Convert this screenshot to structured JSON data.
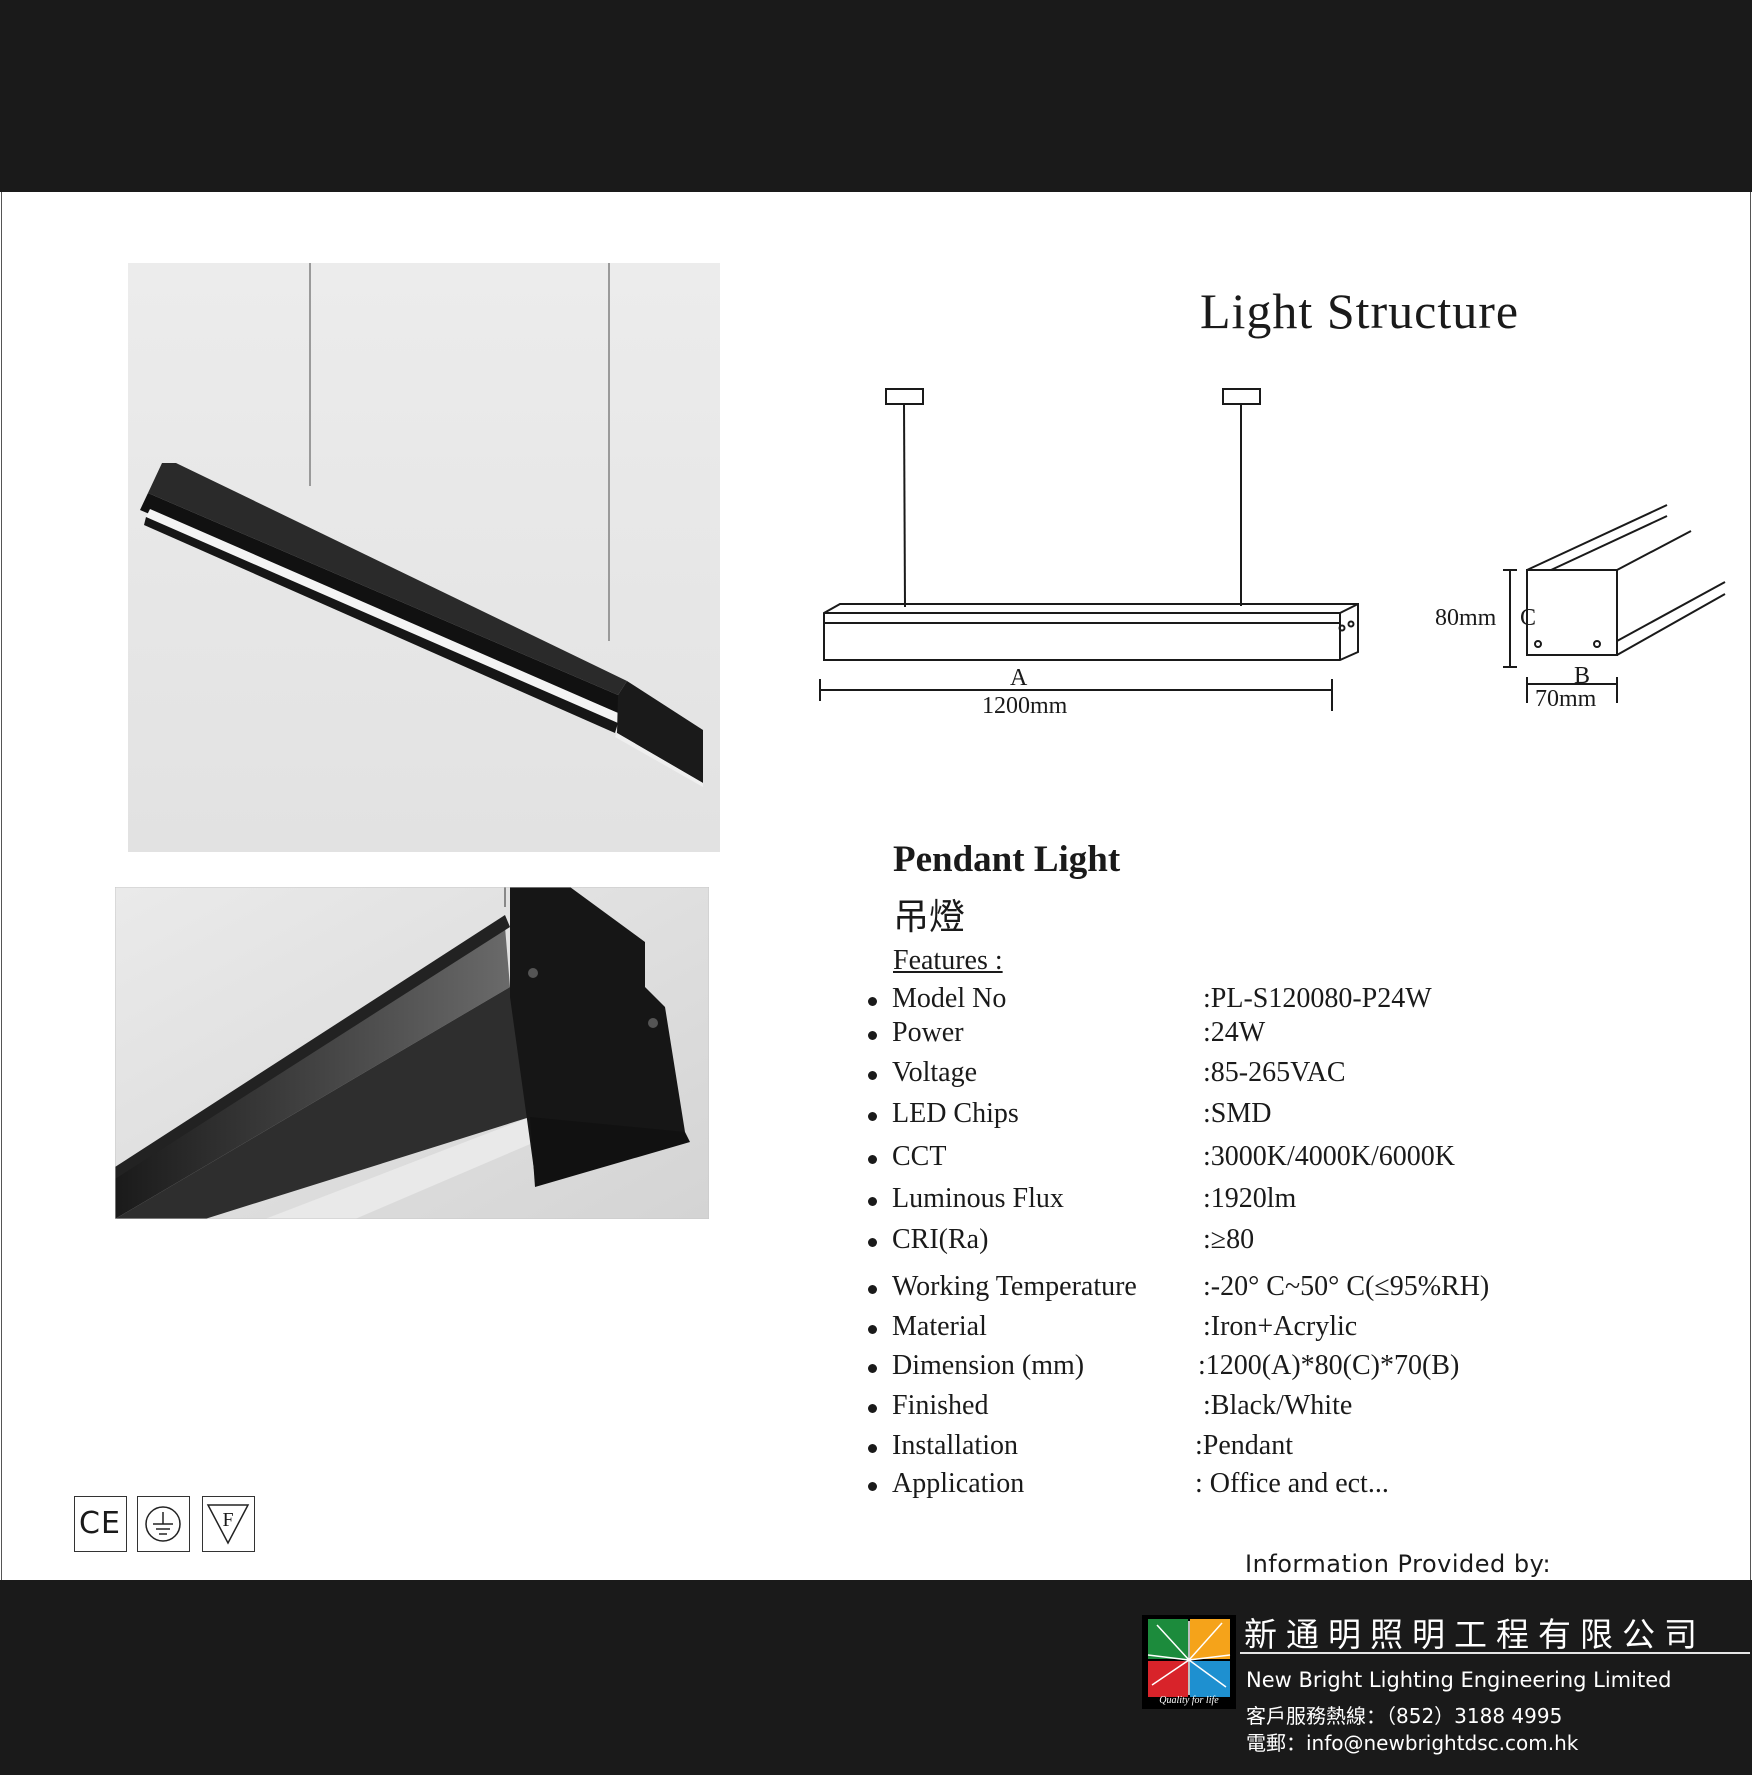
{
  "diagram": {
    "title": "Light Structure",
    "length_letter": "A",
    "length_value": "1200mm",
    "height_value": "80mm",
    "height_letter": "C",
    "width_letter": "B",
    "width_value": "70mm"
  },
  "product": {
    "name": "Pendant Light",
    "name_cn": "吊燈",
    "features_heading": "Features :"
  },
  "specs": [
    {
      "label": "Model No",
      "value": ":PL-S120080-P24W"
    },
    {
      "label": "Power",
      "value": ":24W"
    },
    {
      "label": "Voltage",
      "value": ":85-265VAC"
    },
    {
      "label": "LED Chips",
      "value": ":SMD"
    },
    {
      "label": "CCT",
      "value": ":3000K/4000K/6000K"
    },
    {
      "label": "Luminous Flux",
      "value": ":1920lm"
    },
    {
      "label": "CRI(Ra)",
      "value": ":≥80"
    },
    {
      "label": "Working  Temperature",
      "value": ":-20° C~50° C(≤95%RH)"
    },
    {
      "label": "Material",
      "value": ":Iron+Acrylic"
    },
    {
      "label": "Dimension (mm)",
      "value": ":1200(A)*80(C)*70(B)"
    },
    {
      "label": "Finished",
      "value": ":Black/White"
    },
    {
      "label": "Installation",
      "value": ":Pendant"
    },
    {
      "label": "Application",
      "value": ": Office and ect..."
    }
  ],
  "certifications": {
    "ce": "CE",
    "triangle": "F"
  },
  "footer": {
    "info_provided": "Information Provided by:",
    "company_cn": "新通明照明工程有限公司",
    "company_en": "New Bright Lighting Engineering Limited",
    "phone": "客戶服務熱線：（852）3188 4995",
    "email": "電郵：info@newbrightdsc.com.hk",
    "logo_tagline": "Quality for life"
  },
  "colors": {
    "band": "#1a1a1a",
    "photo_bg": "#e8e8e8",
    "fixture": "#1e1e1e"
  }
}
